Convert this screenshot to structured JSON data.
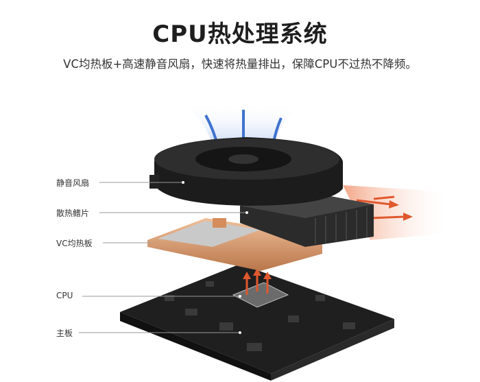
{
  "header": {
    "title": "CPU热处理系统",
    "subtitle": "VC均热板+高速静音风扇，快速将热量排出，保障CPU不过热不降频。"
  },
  "labels": {
    "fan": "静音风扇",
    "fins": "散热鳍片",
    "vc_plate": "VC均热板",
    "cpu": "CPU",
    "motherboard": "主板"
  },
  "colors": {
    "airflow_in": "#4a7fd6",
    "airflow_out": "#e8643c",
    "copper": "#d99a6c",
    "component_dark": "#1e1e1e"
  }
}
